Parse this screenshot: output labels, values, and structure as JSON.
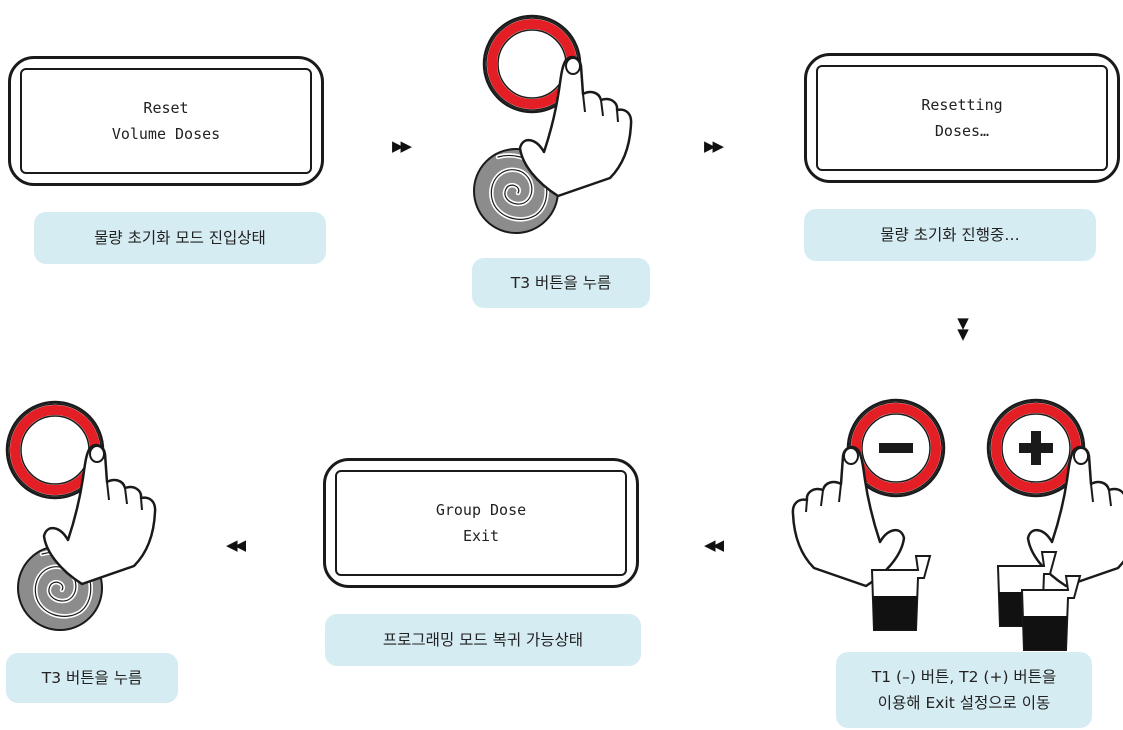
{
  "screens": {
    "reset_volume": {
      "line1": "Reset",
      "line2": "Volume Doses"
    },
    "resetting": {
      "line1": "Resetting",
      "line2": "Doses…"
    },
    "group_dose": {
      "line1": "Group Dose",
      "line2": "Exit"
    }
  },
  "captions": {
    "step1": "물량 초기화 모드 진입상태",
    "step2": "T3 버튼을 누름",
    "step3": "물량 초기화 진행중…",
    "step4_line1": "T1 (–) 버튼, T2 (+) 버튼을",
    "step4_line2": "이용해 Exit 설정으로 이동",
    "step5": "프로그래밍 모드 복귀 가능상태",
    "step6": "T3 버튼을 누름"
  },
  "arrows": {
    "right": "▶▶",
    "left": "◀◀",
    "down": "▼"
  },
  "icons": [
    "t3-button-icon",
    "spiral-knob-icon",
    "pointing-hand-icon",
    "minus-button-icon",
    "plus-button-icon",
    "single-cup-icon",
    "double-cup-icon"
  ],
  "colors": {
    "caption_bg": "#d6ecf3",
    "button_ring": "#e31e24",
    "outline": "#1a1a1a",
    "knob_gray": "#8c8c8c"
  }
}
